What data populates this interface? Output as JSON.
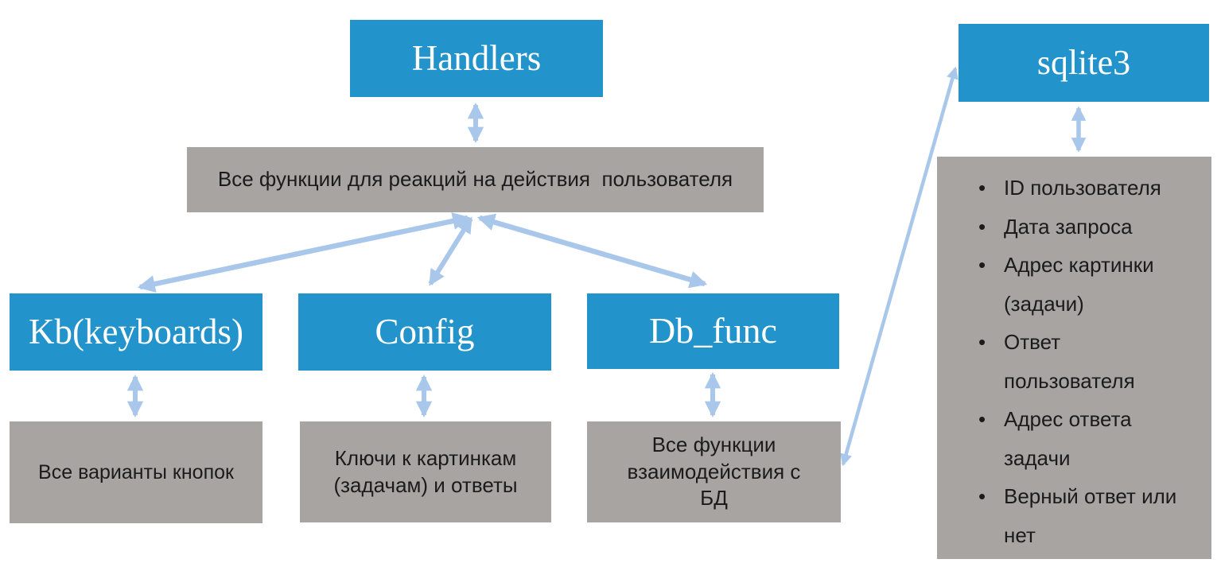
{
  "diagram": {
    "nodes": {
      "handlers": {
        "label": "Handlers"
      },
      "handlers_desc": {
        "label": "Все функции для реакций на действия  пользователя"
      },
      "kb": {
        "label": "Kb(keyboards)"
      },
      "kb_desc": {
        "label": "Все варианты кнопок"
      },
      "config": {
        "label": "Config"
      },
      "config_desc": {
        "label": "Ключи к картинкам (задачам) и ответы"
      },
      "db_func": {
        "label": "Db_func"
      },
      "db_func_desc": {
        "label": "Все функции взаимодействия с БД"
      },
      "sqlite3": {
        "label": "sqlite3"
      },
      "sqlite3_fields": {
        "bullet": "•",
        "items": [
          "ID пользователя",
          "Дата запроса",
          "Адрес картинки (задачи)",
          "Ответ пользователя",
          "Адрес ответа задачи",
          "Верный ответ или нет"
        ]
      }
    },
    "connections": [
      {
        "from": "handlers",
        "to": "handlers_desc",
        "bidirectional": true
      },
      {
        "from": "handlers_desc",
        "to": "kb",
        "bidirectional": true
      },
      {
        "from": "handlers_desc",
        "to": "config",
        "bidirectional": true
      },
      {
        "from": "handlers_desc",
        "to": "db_func",
        "bidirectional": true
      },
      {
        "from": "kb",
        "to": "kb_desc",
        "bidirectional": true
      },
      {
        "from": "config",
        "to": "config_desc",
        "bidirectional": true
      },
      {
        "from": "db_func",
        "to": "db_func_desc",
        "bidirectional": true
      },
      {
        "from": "db_func_desc",
        "to": "sqlite3",
        "bidirectional": true
      },
      {
        "from": "sqlite3",
        "to": "sqlite3_fields",
        "bidirectional": true
      }
    ],
    "colors": {
      "module_box": "#2293cb",
      "desc_box": "#a8a4a2",
      "arrow": "#a9c7ea",
      "module_text": "#ffffff",
      "desc_text": "#1b1b1b"
    }
  }
}
